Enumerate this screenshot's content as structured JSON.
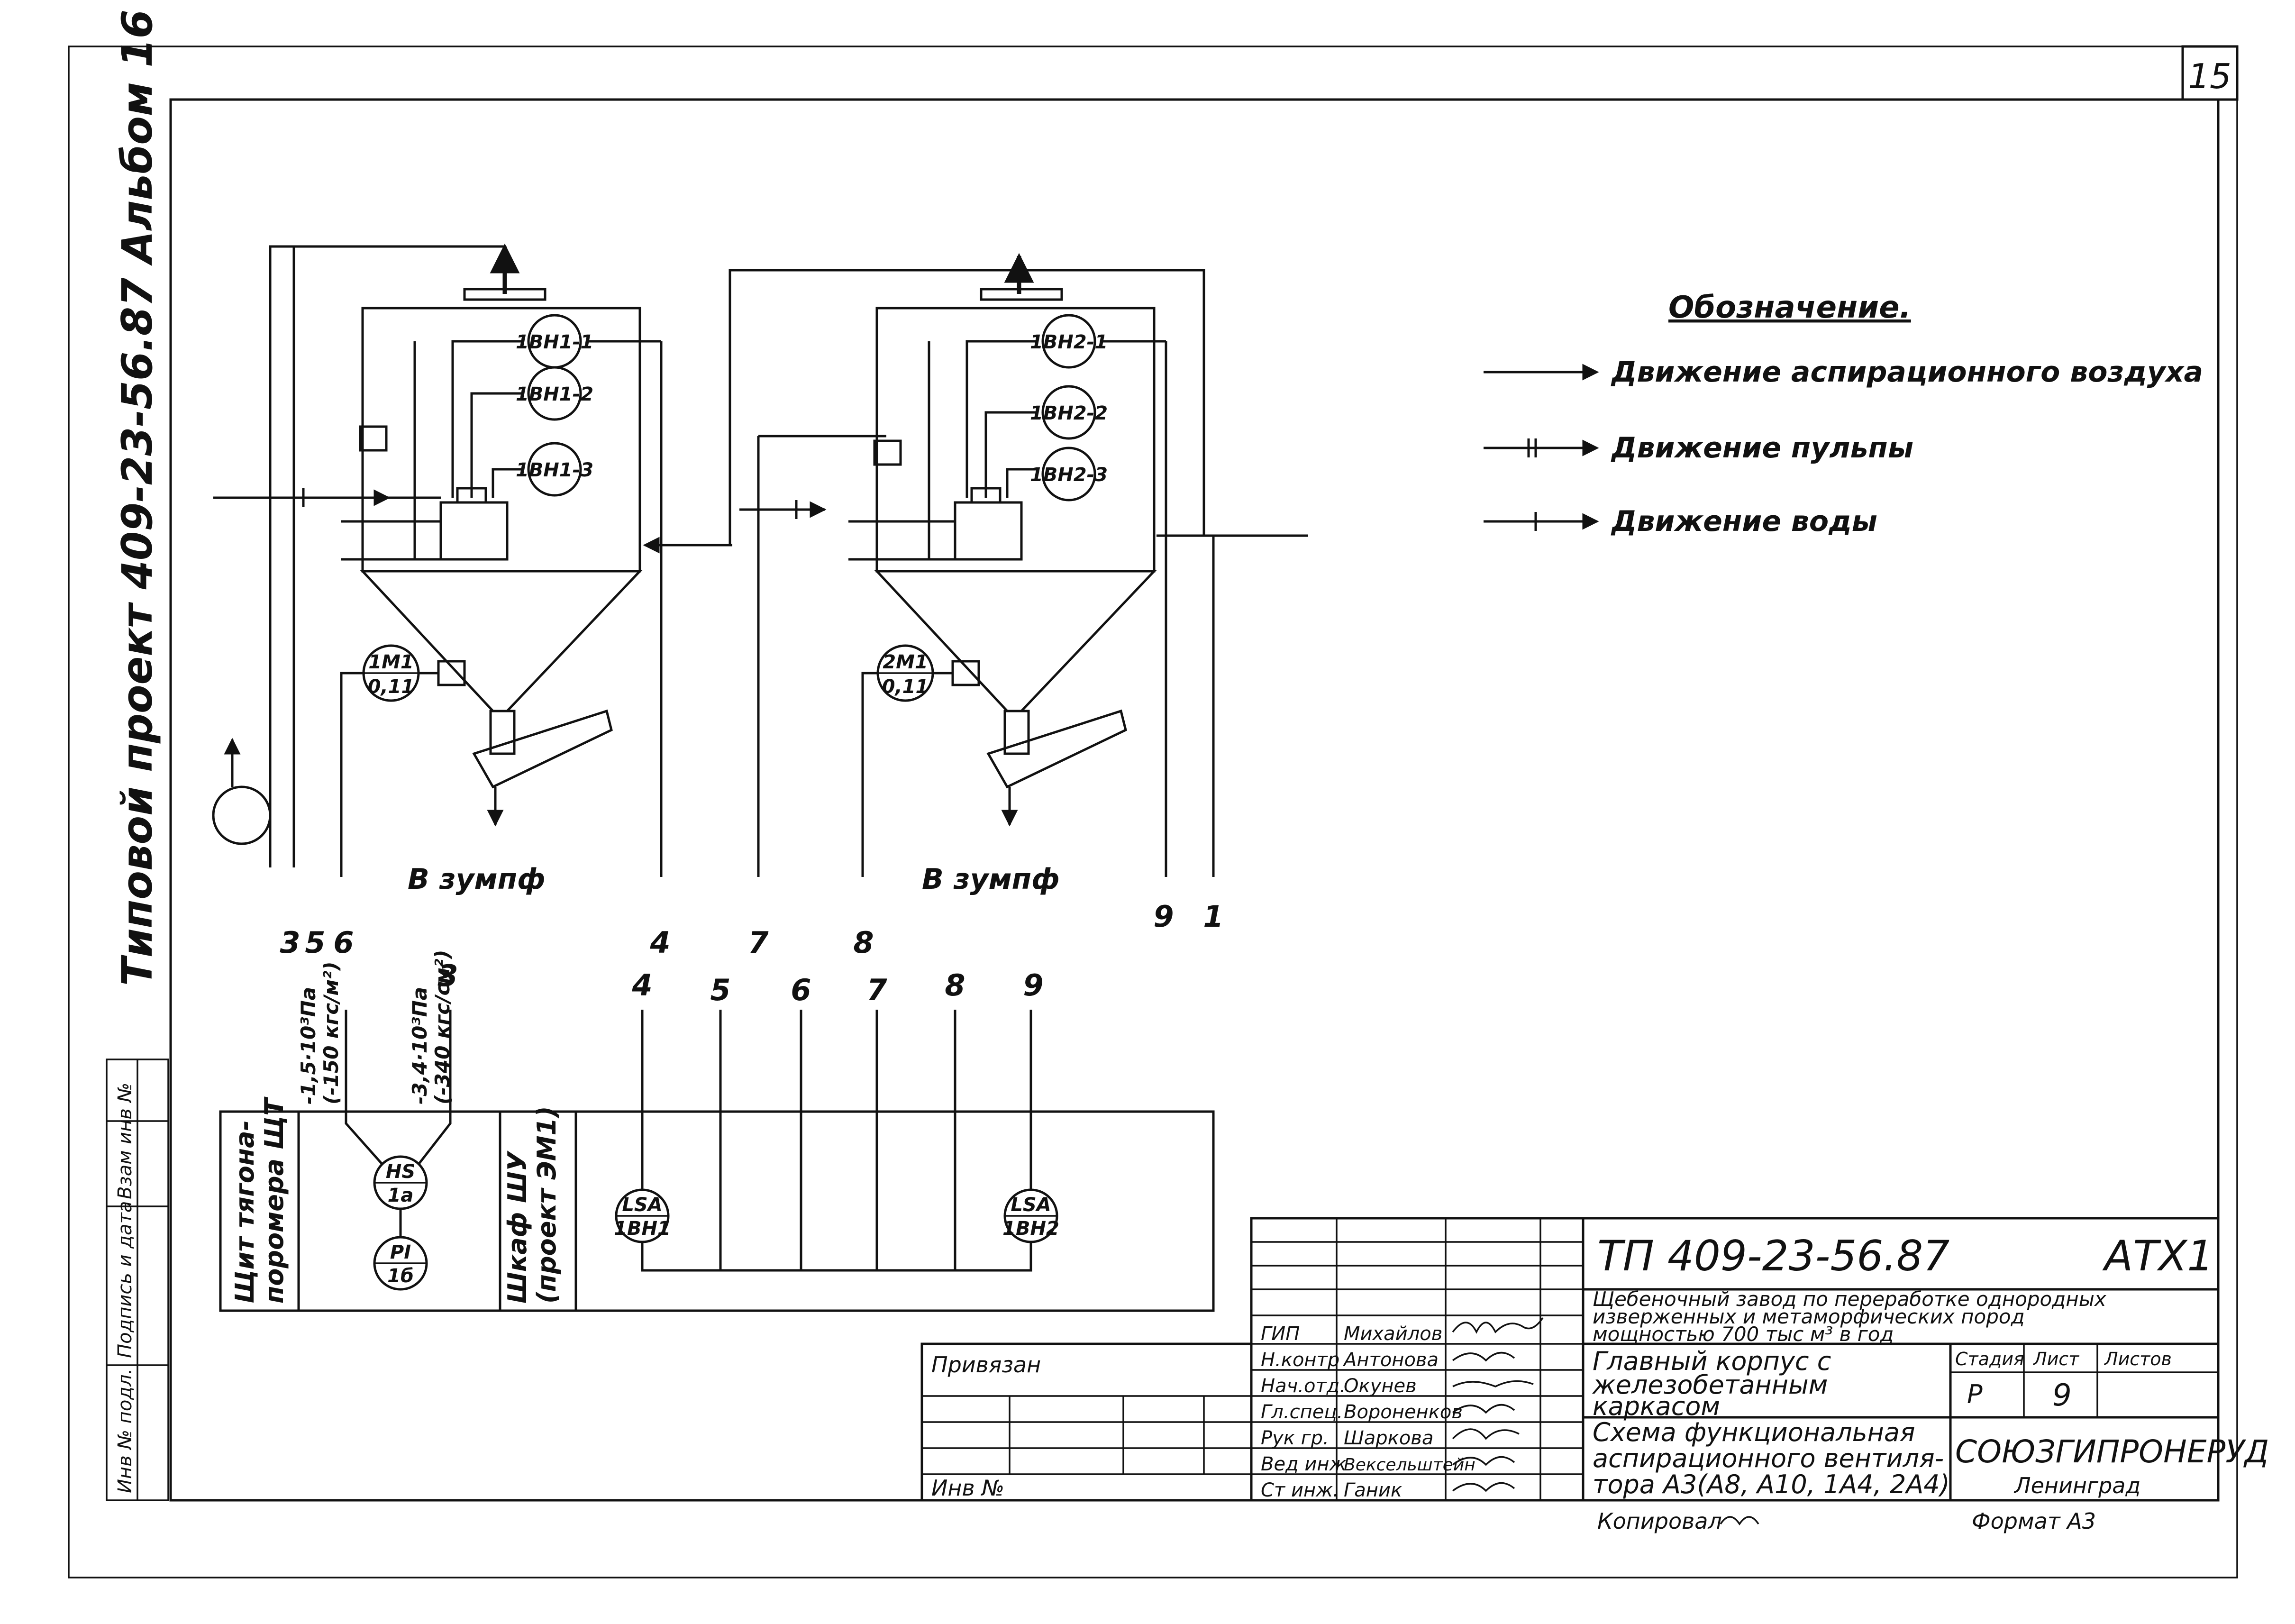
{
  "sheet_number": "15",
  "side_title": "Типовой проект 409-23-56.87 Альбом 16",
  "legend": {
    "title": "Обозначение.",
    "items": [
      {
        "label": "Движение аспирационного воздуха"
      },
      {
        "label": "Движение пульпы"
      },
      {
        "label": "Движение воды"
      }
    ]
  },
  "instruments": {
    "unit1": [
      "1ВН1-1",
      "1ВН1-2",
      "1ВН1-3"
    ],
    "unit2": [
      "1ВН2-1",
      "1ВН2-2",
      "1ВН2-3"
    ],
    "motor1": [
      "1М1",
      "0,11"
    ],
    "motor2": [
      "2М1",
      "0,11"
    ],
    "hs": [
      "HS",
      "1а"
    ],
    "pi": [
      "PI",
      "1б"
    ],
    "lsa1": [
      "LSA",
      "1ВН1"
    ],
    "lsa2": [
      "LSA",
      "1ВН2"
    ]
  },
  "discharge_label": "В зумпф",
  "line_numbers": {
    "top_row": [
      "3",
      "5",
      "6",
      "4",
      "7",
      "8",
      "9",
      "1"
    ],
    "panel_row": [
      "3",
      "4",
      "5",
      "6",
      "7",
      "8",
      "9"
    ]
  },
  "pressure_notes": {
    "low": [
      "-1,5·10³Па",
      "(-150 кгс/м²)"
    ],
    "high": [
      "-3,4·10³Па",
      "(-340 кгс/см²)"
    ]
  },
  "panels": {
    "shield": [
      "Щит тягона-",
      "поромера ЩТ"
    ],
    "cabinet": [
      "Шкаф ШУ",
      "(проект ЭМ1)"
    ]
  },
  "margin_stamp": [
    "Инв № подл.",
    "Подпись и дата",
    "Взам инв №"
  ],
  "title_block": {
    "project_code": "ТП 409-23-56.87",
    "mark": "АТХ1",
    "description": [
      "Щебеночный завод по переработке однородных",
      "изверженных и метаморфических пород",
      "мощностью 700 тыс м³ в год"
    ],
    "building": [
      "Главный корпус с",
      "железобетанным",
      "каркасом"
    ],
    "drawing_title": [
      "Схема функциональная",
      "аспирационного вентиля-",
      "тора А3(А8, А10, 1А4, 2А4)"
    ],
    "stage_header": "Стадия",
    "sheet_header": "Лист",
    "sheets_header": "Листов",
    "stage": "Р",
    "sheet": "9",
    "organization": "СОЮЗГИПРОНЕРУД",
    "city": "Ленинград",
    "linked_label": "Привязан",
    "inv_label": "Инв №",
    "copied": "Копировал",
    "format": "Формат А3",
    "staff": [
      {
        "role": "ГИП",
        "name": "Михайлов"
      },
      {
        "role": "Н.контр",
        "name": "Антонова"
      },
      {
        "role": "Нач.отд.",
        "name": "Окунев"
      },
      {
        "role": "Гл.спец.",
        "name": "Вороненков"
      },
      {
        "role": "Рук гр.",
        "name": "Шаркова"
      },
      {
        "role": "Вед инж",
        "name": "Вексельштейн"
      },
      {
        "role": "Ст инж.",
        "name": "Ганик"
      }
    ]
  }
}
